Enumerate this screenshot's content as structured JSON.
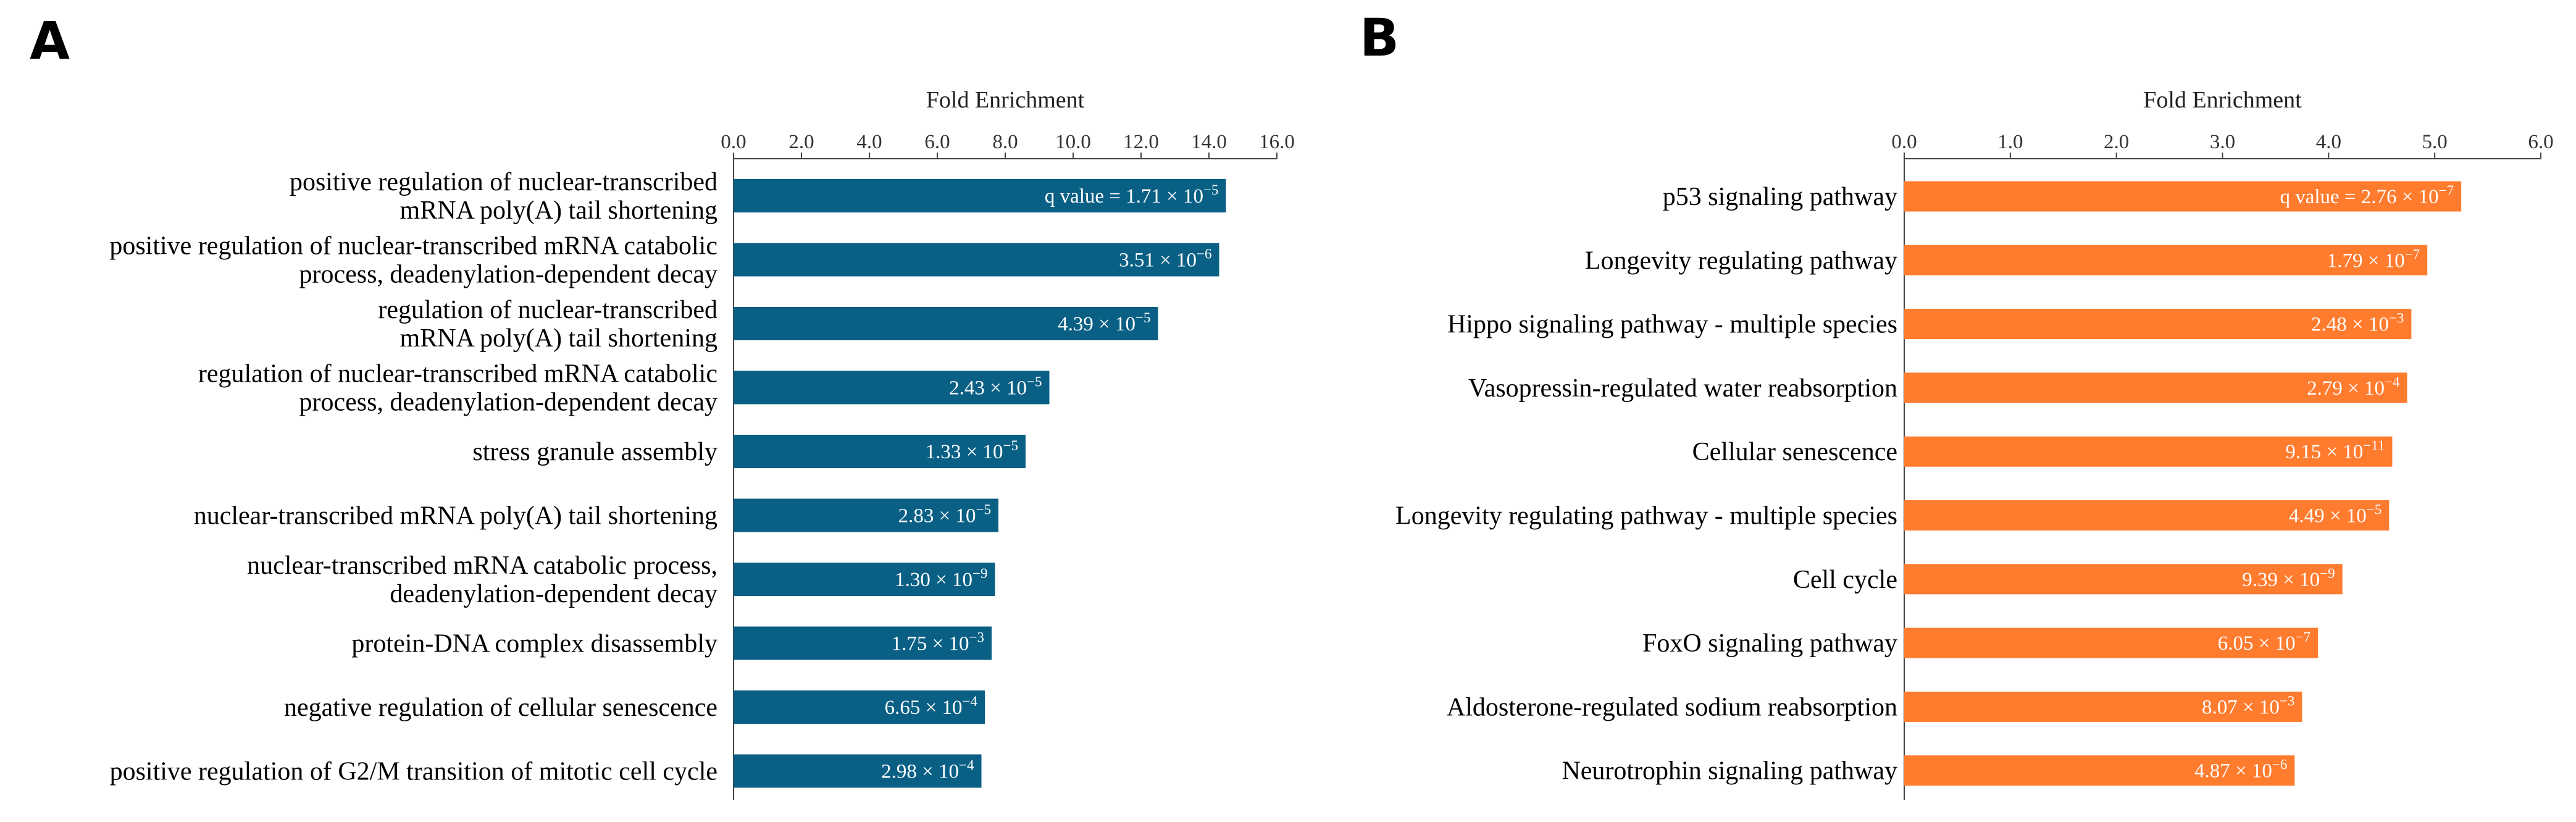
{
  "chart_data": [
    {
      "type": "bar",
      "orientation": "horizontal",
      "panel": "A",
      "xlabel": "Fold Enrichment",
      "xlim": [
        0,
        16
      ],
      "xticks": [
        "0.0",
        "2.0",
        "4.0",
        "6.0",
        "8.0",
        "10.0",
        "12.0",
        "14.0",
        "16.0"
      ],
      "bar_color": "#0a5f85",
      "label_prefix": "q value = ",
      "categories": [
        [
          "positive regulation of nuclear-transcribed",
          "mRNA poly(A) tail shortening"
        ],
        [
          "positive regulation of nuclear-transcribed mRNA catabolic",
          "process, deadenylation-dependent decay"
        ],
        [
          "regulation of nuclear-transcribed",
          "mRNA poly(A) tail shortening"
        ],
        [
          "regulation of nuclear-transcribed mRNA catabolic",
          "process, deadenylation-dependent decay"
        ],
        [
          "stress granule assembly"
        ],
        [
          "nuclear-transcribed mRNA poly(A) tail shortening"
        ],
        [
          "nuclear-transcribed mRNA catabolic process,",
          "deadenylation-dependent decay"
        ],
        [
          "protein-DNA complex disassembly"
        ],
        [
          "negative regulation of cellular senescence"
        ],
        [
          "positive regulation of G2/M transition of mitotic cell cycle"
        ]
      ],
      "values": [
        14.5,
        14.3,
        12.5,
        9.3,
        8.6,
        7.8,
        7.7,
        7.6,
        7.4,
        7.3
      ],
      "q_values": [
        {
          "m": "1.71",
          "e": "-5"
        },
        {
          "m": "3.51",
          "e": "-6"
        },
        {
          "m": "4.39",
          "e": "-5"
        },
        {
          "m": "2.43",
          "e": "-5"
        },
        {
          "m": "1.33",
          "e": "-5"
        },
        {
          "m": "2.83",
          "e": "-5"
        },
        {
          "m": "1.30",
          "e": "-9"
        },
        {
          "m": "1.75",
          "e": "-3"
        },
        {
          "m": "6.65",
          "e": "-4"
        },
        {
          "m": "2.98",
          "e": "-4"
        }
      ]
    },
    {
      "type": "bar",
      "orientation": "horizontal",
      "panel": "B",
      "xlabel": "Fold Enrichment",
      "xlim": [
        0,
        6
      ],
      "xticks": [
        "0.0",
        "1.0",
        "2.0",
        "3.0",
        "4.0",
        "5.0",
        "6.0"
      ],
      "bar_color": "#ff7b2e",
      "label_prefix": "q value = ",
      "categories": [
        [
          "p53 signaling pathway"
        ],
        [
          "Longevity regulating pathway"
        ],
        [
          "Hippo signaling pathway - multiple species"
        ],
        [
          "Vasopressin-regulated water reabsorption"
        ],
        [
          "Cellular senescence"
        ],
        [
          "Longevity regulating pathway - multiple species"
        ],
        [
          "Cell cycle"
        ],
        [
          "FoxO signaling pathway"
        ],
        [
          "Aldosterone-regulated sodium reabsorption"
        ],
        [
          "Neurotrophin signaling pathway"
        ]
      ],
      "values": [
        5.25,
        4.93,
        4.78,
        4.74,
        4.6,
        4.57,
        4.13,
        3.9,
        3.75,
        3.68
      ],
      "q_values": [
        {
          "m": "2.76",
          "e": "-7"
        },
        {
          "m": "1.79",
          "e": "-7"
        },
        {
          "m": "2.48",
          "e": "-3"
        },
        {
          "m": "2.79",
          "e": "-4"
        },
        {
          "m": "9.15",
          "e": "-11"
        },
        {
          "m": "4.49",
          "e": "-5"
        },
        {
          "m": "9.39",
          "e": "-9"
        },
        {
          "m": "6.05",
          "e": "-7"
        },
        {
          "m": "8.07",
          "e": "-3"
        },
        {
          "m": "4.87",
          "e": "-6"
        }
      ]
    }
  ]
}
